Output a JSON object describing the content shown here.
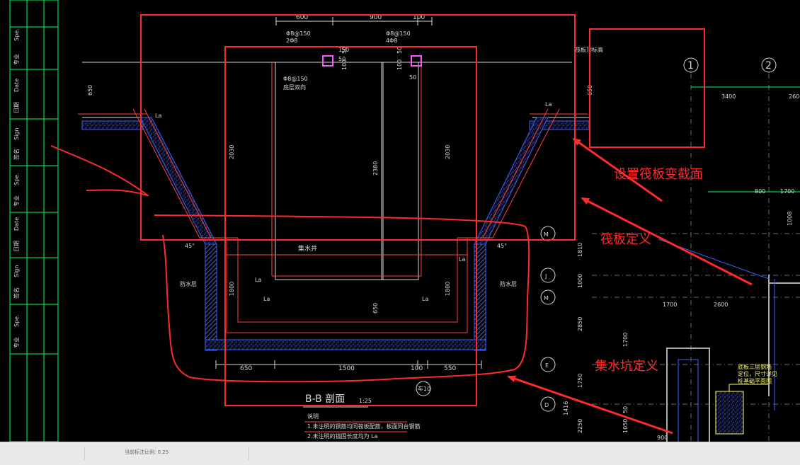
{
  "drawing": {
    "section_title": "B-B 剖面",
    "scale": "1:25",
    "pit_label": "集水井",
    "note_title": "说明",
    "notes": [
      "1.未注明的钢筋均同筏板配筋，板面同台钢筋",
      "2.未注明的锚固长度均为 La"
    ],
    "top_dims": [
      "600",
      "900",
      "100"
    ],
    "rebar_labels": [
      "Φ8@150",
      "2Φ8",
      "Φ8@150",
      "4Φ8",
      "Φ8@150",
      "底层双向",
      "筏板顶标高"
    ],
    "small_dims": [
      "150",
      "50",
      "100",
      "50",
      "100",
      "50",
      "50"
    ],
    "left_label": "防水层",
    "right_label": "防水层",
    "vertical_dims": [
      "650",
      "2030",
      "2380",
      "2030",
      "650",
      "1800",
      "650",
      "1800"
    ],
    "bottom_dims": [
      "650",
      "1500",
      "100",
      "550"
    ],
    "la_labels": [
      "La",
      "La",
      "La",
      "La",
      "La",
      "La"
    ],
    "angles": [
      "45°",
      "45°"
    ],
    "section_marker": "车10",
    "grid_axes": [
      "1",
      "2",
      "M",
      "J",
      "M",
      "E",
      "D"
    ],
    "grid_dims_right": [
      "3400",
      "260",
      "800",
      "1700",
      "1700",
      "2600",
      "900"
    ],
    "grid_dims_vertical": [
      "1810",
      "1000",
      "2850",
      "1700",
      "1750",
      "1416",
      "2250",
      "1008",
      "1050",
      "50"
    ],
    "legend_text": [
      "底板三层钢筋",
      "定位，尺寸详见",
      "桩基础平面图"
    ],
    "title_block": [
      "Spe.",
      "专业",
      "Date",
      "日期",
      "Sign",
      "签名",
      "Spe.",
      "专业",
      "Date",
      "日期",
      "Sign",
      "签名",
      "Spe.",
      "专业"
    ]
  },
  "annotations": {
    "set_raft_section": "设置筏板变截面",
    "raft_definition": "筏板定义",
    "sump_pit_definition": "集水坑定义"
  },
  "status": {
    "text": "当前标注比例: 0.25"
  },
  "colors": {
    "background": "#000000",
    "annotation_red": "#ff2a2a",
    "cad_white": "#d8d8d8",
    "cad_green": "#00ff66",
    "cad_yellow": "#ffff66",
    "cad_blue": "#3a62ff",
    "cad_magenta": "#ff55ff"
  }
}
